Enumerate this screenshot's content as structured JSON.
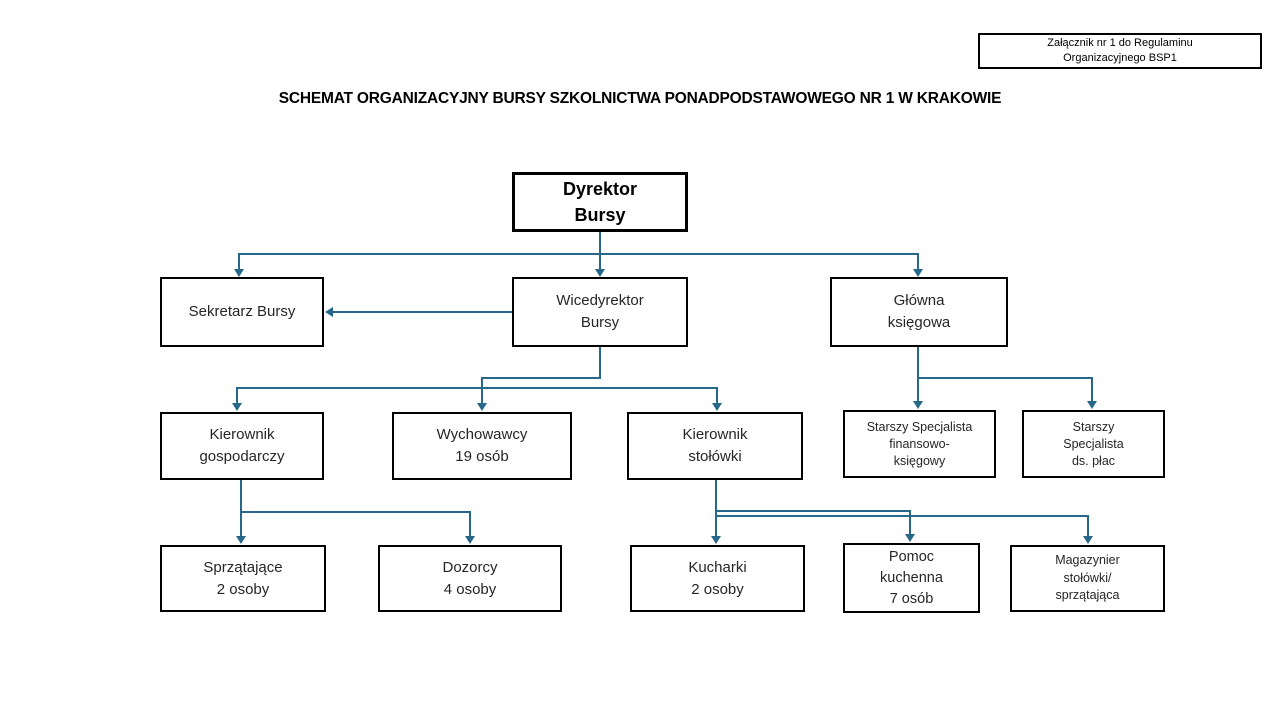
{
  "annotation": {
    "line1": "Załącznik nr 1 do Regulaminu",
    "line2": "Organizacyjnego BSP1"
  },
  "title": "SCHEMAT ORGANIZACYJNY BURSY SZKOLNICTWA PONADPODSTAWOWEGO NR 1 W KRAKOWIE",
  "colors": {
    "connector": "#27688a",
    "box_border": "#000000",
    "box_text": "#262626"
  },
  "nodes": {
    "dyrektor": {
      "lines": [
        "Dyrektor",
        "Bursy"
      ]
    },
    "sekretarz": {
      "lines": [
        "Sekretarz Bursy"
      ]
    },
    "wicedyrektor": {
      "lines": [
        "Wicedyrektor",
        "Bursy"
      ]
    },
    "glowna": {
      "lines": [
        "Główna",
        "księgowa"
      ]
    },
    "kiergosp": {
      "lines": [
        "Kierownik",
        "gospodarczy"
      ]
    },
    "wychowawcy": {
      "lines": [
        "Wychowawcy",
        "19 osób"
      ]
    },
    "kierstol": {
      "lines": [
        "Kierownik",
        "stołówki"
      ]
    },
    "specfin": {
      "lines": [
        "Starszy Specjalista",
        "finansowo-",
        "księgowy"
      ]
    },
    "specplac": {
      "lines": [
        "Starszy",
        "Specjalista",
        "ds. płac"
      ]
    },
    "sprzatajace": {
      "lines": [
        "Sprzątające",
        "2 osoby"
      ]
    },
    "dozorcy": {
      "lines": [
        "Dozorcy",
        "4 osoby"
      ]
    },
    "kucharki": {
      "lines": [
        "Kucharki",
        "2 osoby"
      ]
    },
    "pomoc": {
      "lines": [
        "Pomoc",
        "kuchenna",
        "7 osób"
      ]
    },
    "magazynier": {
      "lines": [
        "Magazynier",
        "stołówki/",
        "sprzątająca"
      ]
    }
  }
}
